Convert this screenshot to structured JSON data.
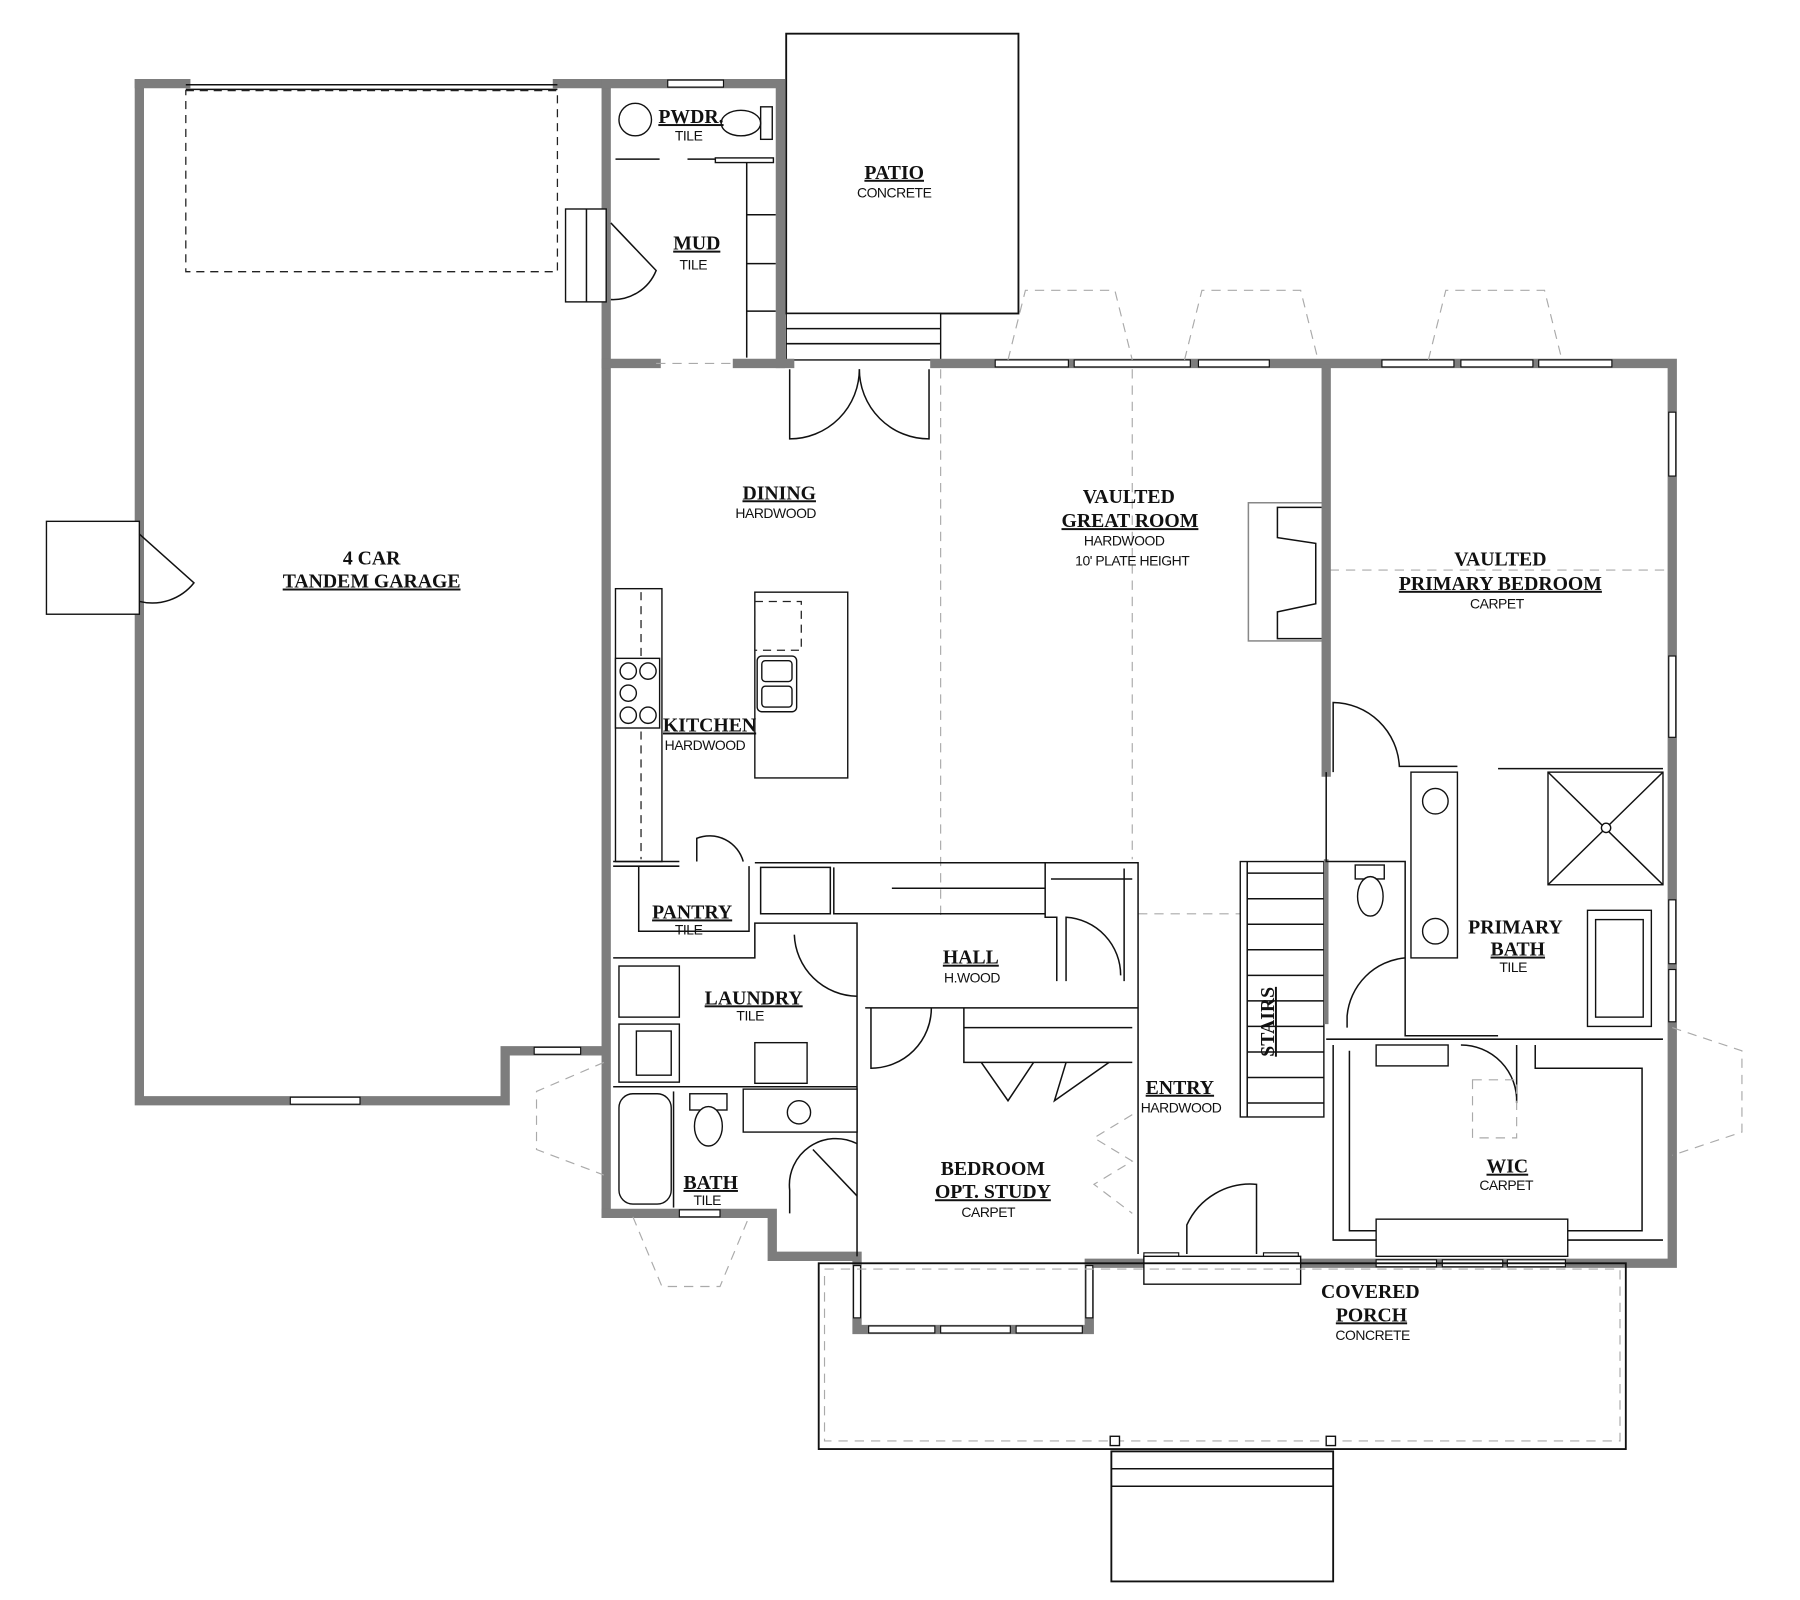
{
  "plan": {
    "garage": {
      "line1": "4 CAR",
      "line2": "TANDEM GARAGE"
    },
    "powder": {
      "name": "PWDR.",
      "floor": "TILE"
    },
    "mud": {
      "name": "MUD",
      "floor": "TILE"
    },
    "patio": {
      "name": "PATIO",
      "floor": "CONCRETE"
    },
    "dining": {
      "name": "DINING",
      "floor": "HARDWOOD"
    },
    "great_room": {
      "line1": "VAULTED",
      "line2": "GREAT ROOM",
      "floor": "HARDWOOD",
      "note": "10' PLATE HEIGHT"
    },
    "primary_bedroom": {
      "line1": "VAULTED",
      "line2": "PRIMARY BEDROOM",
      "floor": "CARPET"
    },
    "kitchen": {
      "name": "KITCHEN",
      "floor": "HARDWOOD"
    },
    "pantry": {
      "name": "PANTRY",
      "floor": "TILE"
    },
    "hall": {
      "name": "HALL",
      "floor": "H.WOOD"
    },
    "laundry": {
      "name": "LAUNDRY",
      "floor": "TILE"
    },
    "primary_bath": {
      "line1": "PRIMARY",
      "line2": "BATH",
      "floor": "TILE"
    },
    "stairs": {
      "name": "STAIRS"
    },
    "entry": {
      "name": "ENTRY",
      "floor": "HARDWOOD"
    },
    "wic": {
      "name": "WIC",
      "floor": "CARPET"
    },
    "bath": {
      "name": "BATH",
      "floor": "TILE"
    },
    "bedroom": {
      "line1": "BEDROOM",
      "line2": "OPT. STUDY",
      "floor": "CARPET"
    },
    "porch": {
      "line1": "COVERED",
      "line2": "PORCH",
      "floor": "CONCRETE"
    }
  },
  "colors": {
    "wall": "#7d7d7d",
    "line": "#111111"
  }
}
